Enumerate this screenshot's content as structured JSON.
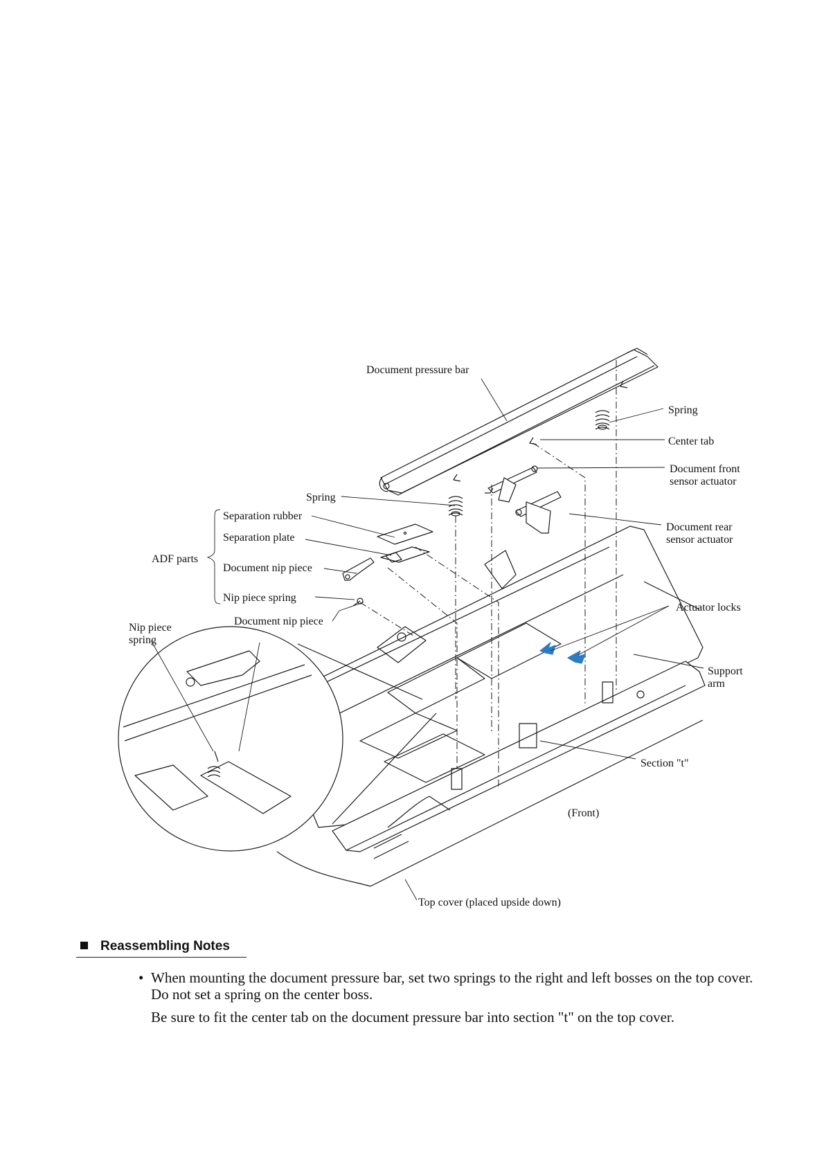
{
  "diagram": {
    "labels": {
      "document_pressure_bar": "Document pressure bar",
      "spring_top": "Spring",
      "center_tab": "Center tab",
      "document_front_sensor_actuator": "Document front\nsensor actuator",
      "spring_left": "Spring",
      "separation_rubber": "Separation rubber",
      "separation_plate": "Separation plate",
      "document_rear_sensor_actuator": "Document rear\nsensor actuator",
      "adf_parts": "ADF parts",
      "document_nip_piece": "Document nip piece",
      "nip_piece_spring": "Nip piece spring",
      "actuator_locks": "Actuator locks",
      "document_nip_piece_detail": "Document nip piece",
      "nip_piece_spring_detail": "Nip piece\nspring",
      "support_arm": "Support\narm",
      "section_t": "Section \"t\"",
      "front": "(Front)",
      "top_cover": "Top cover (placed upside down)"
    },
    "colors": {
      "arrow_accent": "#2b7cc4",
      "line": "#1a1a1a"
    }
  },
  "notes": {
    "heading": "Reassembling Notes",
    "bullet_symbol": "•",
    "item_1": "When mounting the document pressure bar, set two springs to the right and left bosses on the top cover. Do not set a spring on the center boss.",
    "item_1_paragraph_2": "Be sure to fit the center tab on the document pressure bar into section \"t\" on the top cover."
  }
}
